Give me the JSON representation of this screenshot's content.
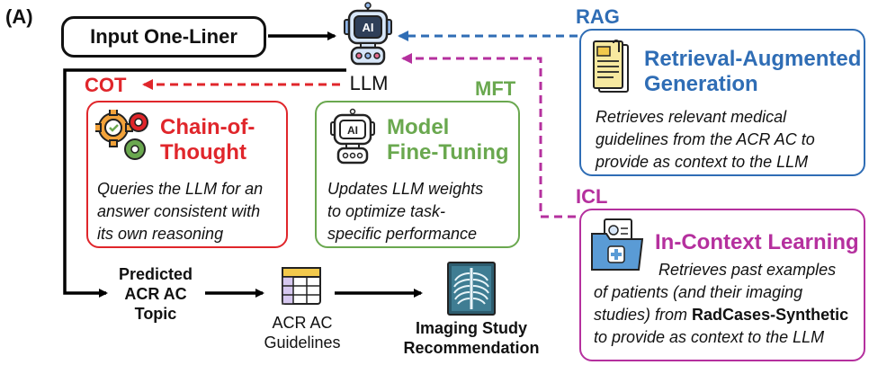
{
  "panel_label": "(A)",
  "input": {
    "label": "Input One-Liner"
  },
  "llm": {
    "label": "LLM",
    "icon": "robot-ai-icon",
    "badge": "AI"
  },
  "cot": {
    "tag": "COT",
    "title_line1": "Chain-of-",
    "title_line2": "Thought",
    "desc_lines": [
      "Queries the LLM for an",
      "answer consistent with",
      "its own reasoning"
    ],
    "color": "#e0262b",
    "icon": "gears-icon"
  },
  "mft": {
    "tag": "MFT",
    "title_line1": "Model",
    "title_line2": "Fine-Tuning",
    "desc_lines": [
      "Updates LLM weights",
      "to optimize task-",
      "specific performance"
    ],
    "color": "#6aa84f",
    "icon": "robot-icon",
    "badge": "AI"
  },
  "rag": {
    "tag": "RAG",
    "title_line1": "Retrieval-Augmented",
    "title_line2": "Generation",
    "desc_lines": [
      "Retrieves relevant medical",
      "guidelines from the ACR AC to",
      "provide as context to the LLM"
    ],
    "color": "#2f6db5",
    "icon": "document-icon"
  },
  "icl": {
    "tag": "ICL",
    "title": "In-Context Learning",
    "desc_line1": "Retrieves past examples",
    "desc_line2": "of patients (and their imaging",
    "desc_line3_pre": "studies) from ",
    "desc_line3_bold": "RadCases-Synthetic",
    "desc_line4": "to provide as context to the LLM",
    "color": "#b5309e",
    "icon": "patient-folder-icon"
  },
  "flow": {
    "predicted_lines": [
      "Predicted",
      "ACR AC",
      "Topic"
    ],
    "guidelines_lines": [
      "ACR AC",
      "Guidelines"
    ],
    "guidelines_icon": "table-icon",
    "imaging_lines": [
      "Imaging Study",
      "Recommendation"
    ],
    "imaging_icon": "chest-xray-icon"
  }
}
